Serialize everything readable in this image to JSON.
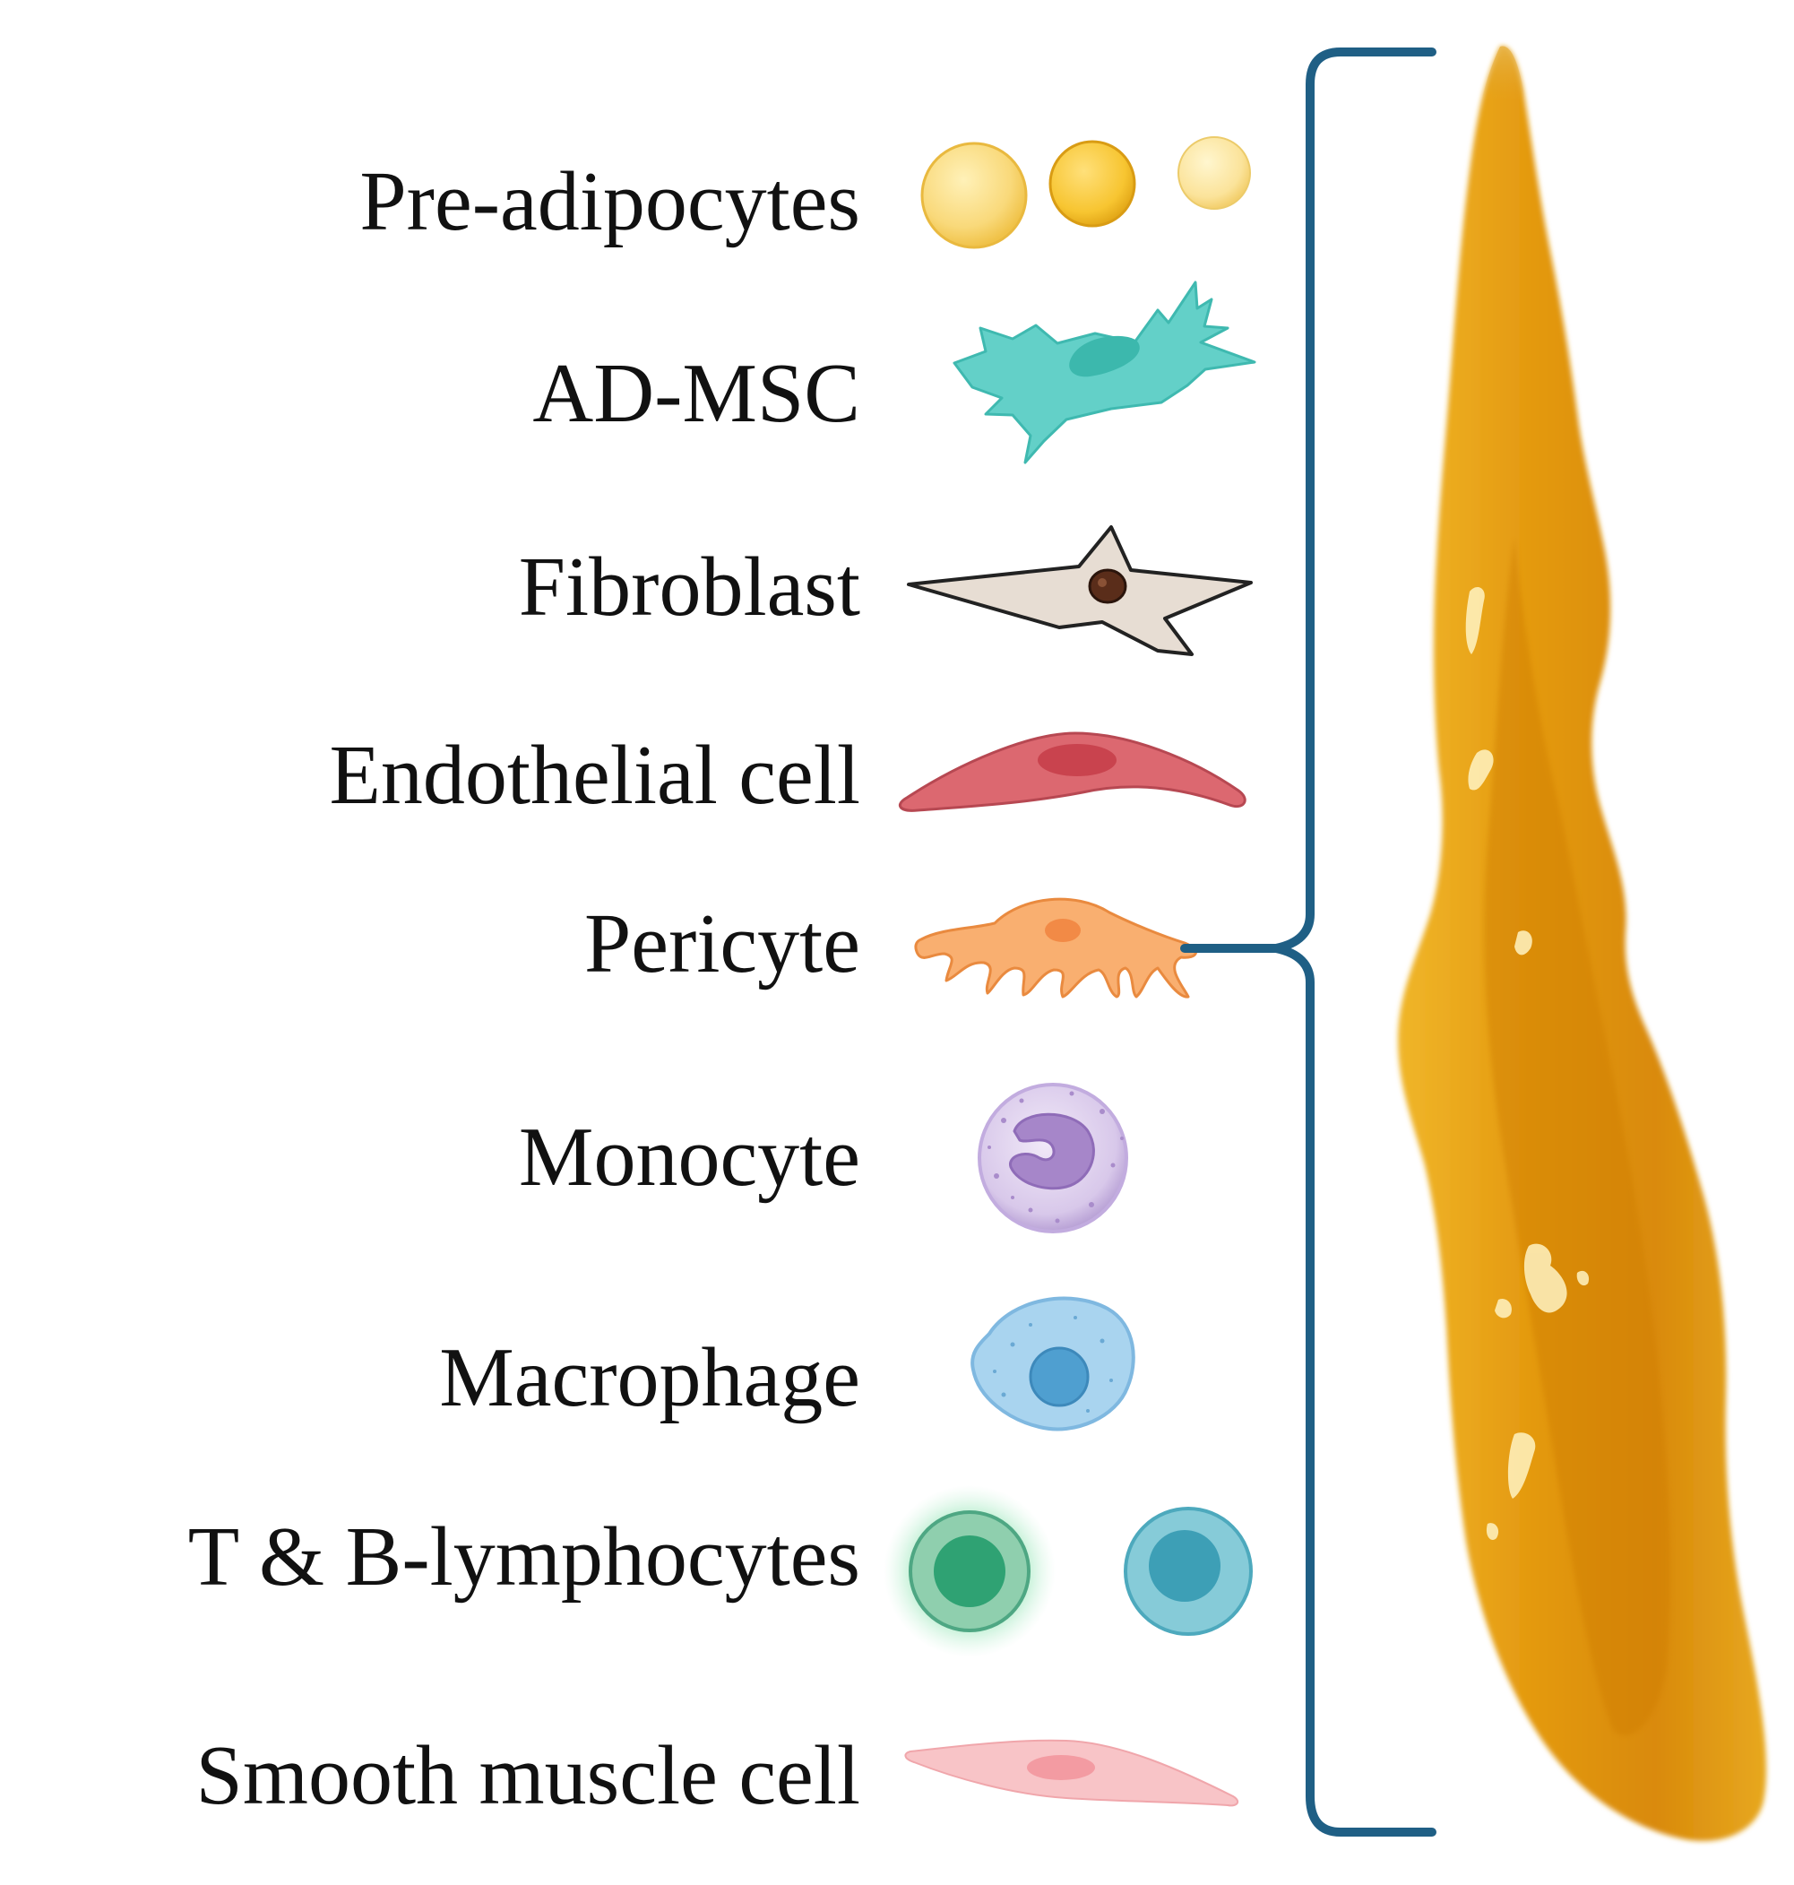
{
  "cell_types": [
    {
      "label": "Pre-adipocytes",
      "icon": "pre-adipocytes-icon"
    },
    {
      "label": "AD-MSC",
      "icon": "ad-msc-icon"
    },
    {
      "label": "Fibroblast",
      "icon": "fibroblast-icon"
    },
    {
      "label": "Endothelial cell",
      "icon": "endothelial-cell-icon"
    },
    {
      "label": "Pericyte",
      "icon": "pericyte-icon"
    },
    {
      "label": "Monocyte",
      "icon": "monocyte-icon"
    },
    {
      "label": "Macrophage",
      "icon": "macrophage-icon"
    },
    {
      "label": "T & B-lymphocytes",
      "icon": "lymphocytes-icon"
    },
    {
      "label": "Smooth muscle cell",
      "icon": "smooth-muscle-cell-icon"
    }
  ],
  "colors": {
    "bracket": "#1f5f85",
    "tissue": "#e0950f",
    "pre_adipocyte": "#f7d36a",
    "ad_msc": "#5ccdc6",
    "fibroblast": "#e6ddd3",
    "endothelial": "#d9636b",
    "pericyte": "#f8ae6f",
    "monocyte": "#cbb8e0",
    "macrophage": "#a9d3ee",
    "t_lymphocyte": "#3aaa7e",
    "b_lymphocyte": "#4aa9bf",
    "smooth_muscle": "#f7bcc0"
  }
}
